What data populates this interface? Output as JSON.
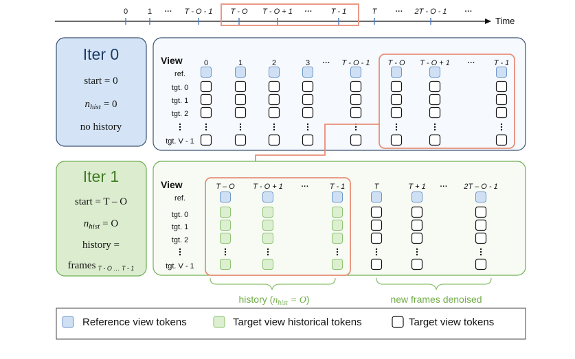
{
  "timeline": {
    "ticks": [
      "0",
      "1",
      "T - O - 1",
      "T - O",
      "T - O + 1",
      "T - 1",
      "T",
      "2T - O - 1"
    ],
    "dots": "···",
    "axis_label": "Time"
  },
  "iter0": {
    "title": "Iter 0",
    "start": "start = 0",
    "nhist_sym": "n",
    "nhist_sub": "hist",
    "nhist_eq": "= 0",
    "history": "no history",
    "view_label": "View",
    "columns": [
      "0",
      "1",
      "2",
      "3",
      "T - O - 1",
      "T - O",
      "T - O + 1",
      "T - 1"
    ],
    "rows": [
      "ref.",
      "tgt. 0",
      "tgt. 1",
      "tgt. 2",
      "tgt. V - 1"
    ]
  },
  "iter1": {
    "title": "Iter 1",
    "start": "start = T – O",
    "nhist_sym": "n",
    "nhist_sub": "hist",
    "nhist_eq": "= O",
    "history_line1": "history =",
    "history_frames": "frames",
    "history_frames_sub": "T - O … T - 1",
    "view_label": "View",
    "columns": [
      "T – O",
      "T - O + 1",
      "T - 1",
      "T",
      "T + 1",
      "2T – O - 1"
    ],
    "rows": [
      "ref.",
      "tgt. 0",
      "tgt. 1",
      "tgt. 2",
      "tgt. V - 1"
    ],
    "history_brace_text": "history (",
    "history_brace_nhist": "n",
    "history_brace_sub": "hist",
    "history_brace_eq": "= O",
    "history_brace_close": ")",
    "new_frames_text": "new frames denoised"
  },
  "legend": {
    "reference": "Reference view tokens",
    "historical": "Target view historical tokens",
    "target": "Target view tokens"
  },
  "colors": {
    "iter0_fill": "#d4e4f6",
    "iter0_stroke": "#3a5270",
    "panel0_fill": "#f6f9fd",
    "iter1_fill": "#dceccf",
    "iter1_stroke": "#6fae53",
    "panel1_fill": "#f7fbf4",
    "ref_token": "#cfe0f5",
    "ref_token_stroke": "#6d96c8",
    "hist_token": "#dcefd0",
    "hist_token_stroke": "#8cc26f",
    "highlight": "#e88e77",
    "tick": "#4a7bbf",
    "green_text": "#70ad47"
  }
}
